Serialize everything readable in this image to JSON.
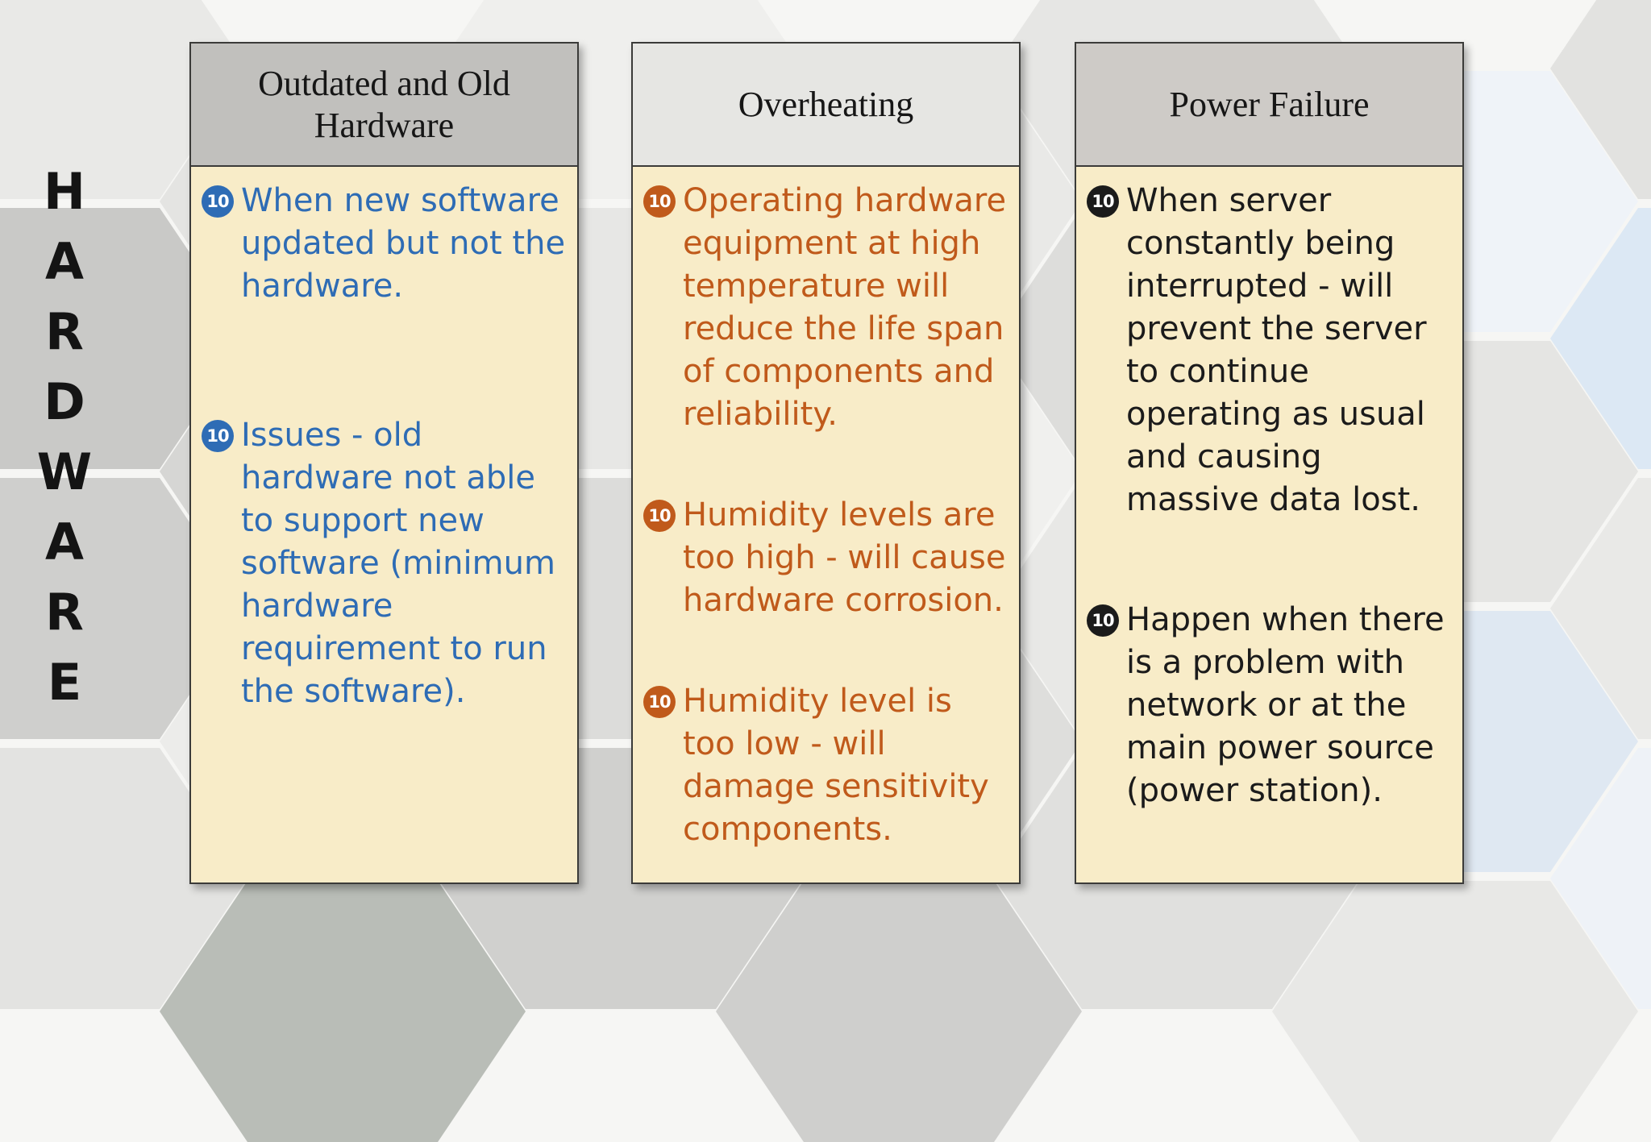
{
  "slide": {
    "vertical_title": "HARDWARE",
    "bullet_glyph": "10",
    "colors": {
      "panel_bg": "#f8ecc8",
      "panel_border": "#3b3b39",
      "blue_text": "#2e6cb5",
      "orange_text": "#c05a1b",
      "black_text": "#1b1b1b",
      "header_text": "#161616"
    },
    "columns": [
      {
        "id": "outdated-and-old-hardware",
        "title": "Outdated and Old Hardware",
        "header_bg": "#c1c0bd",
        "text_color": "#2e6cb5",
        "items": [
          "When new software updated but not the hardware.",
          "Issues - old hardware not able to support new software (minimum hardware requirement to run the software)."
        ]
      },
      {
        "id": "overheating",
        "title": "Overheating",
        "header_bg": "#e6e6e3",
        "text_color": "#c05a1b",
        "items": [
          "Operating hardware equipment at high temperature will reduce the life span of components and reliability.",
          "Humidity levels are too high - will cause hardware corrosion.",
          "Humidity level is too low - will damage sensitivity components."
        ]
      },
      {
        "id": "power-failure",
        "title": "Power Failure",
        "header_bg": "#cecbc7",
        "text_color": "#1b1b1b",
        "items": [
          "When server constantly being interrupted - will prevent the server to continue operating as usual and causing massive data lost.",
          "Happen when there is a problem with network or at the main power source (power station)."
        ]
      }
    ]
  }
}
